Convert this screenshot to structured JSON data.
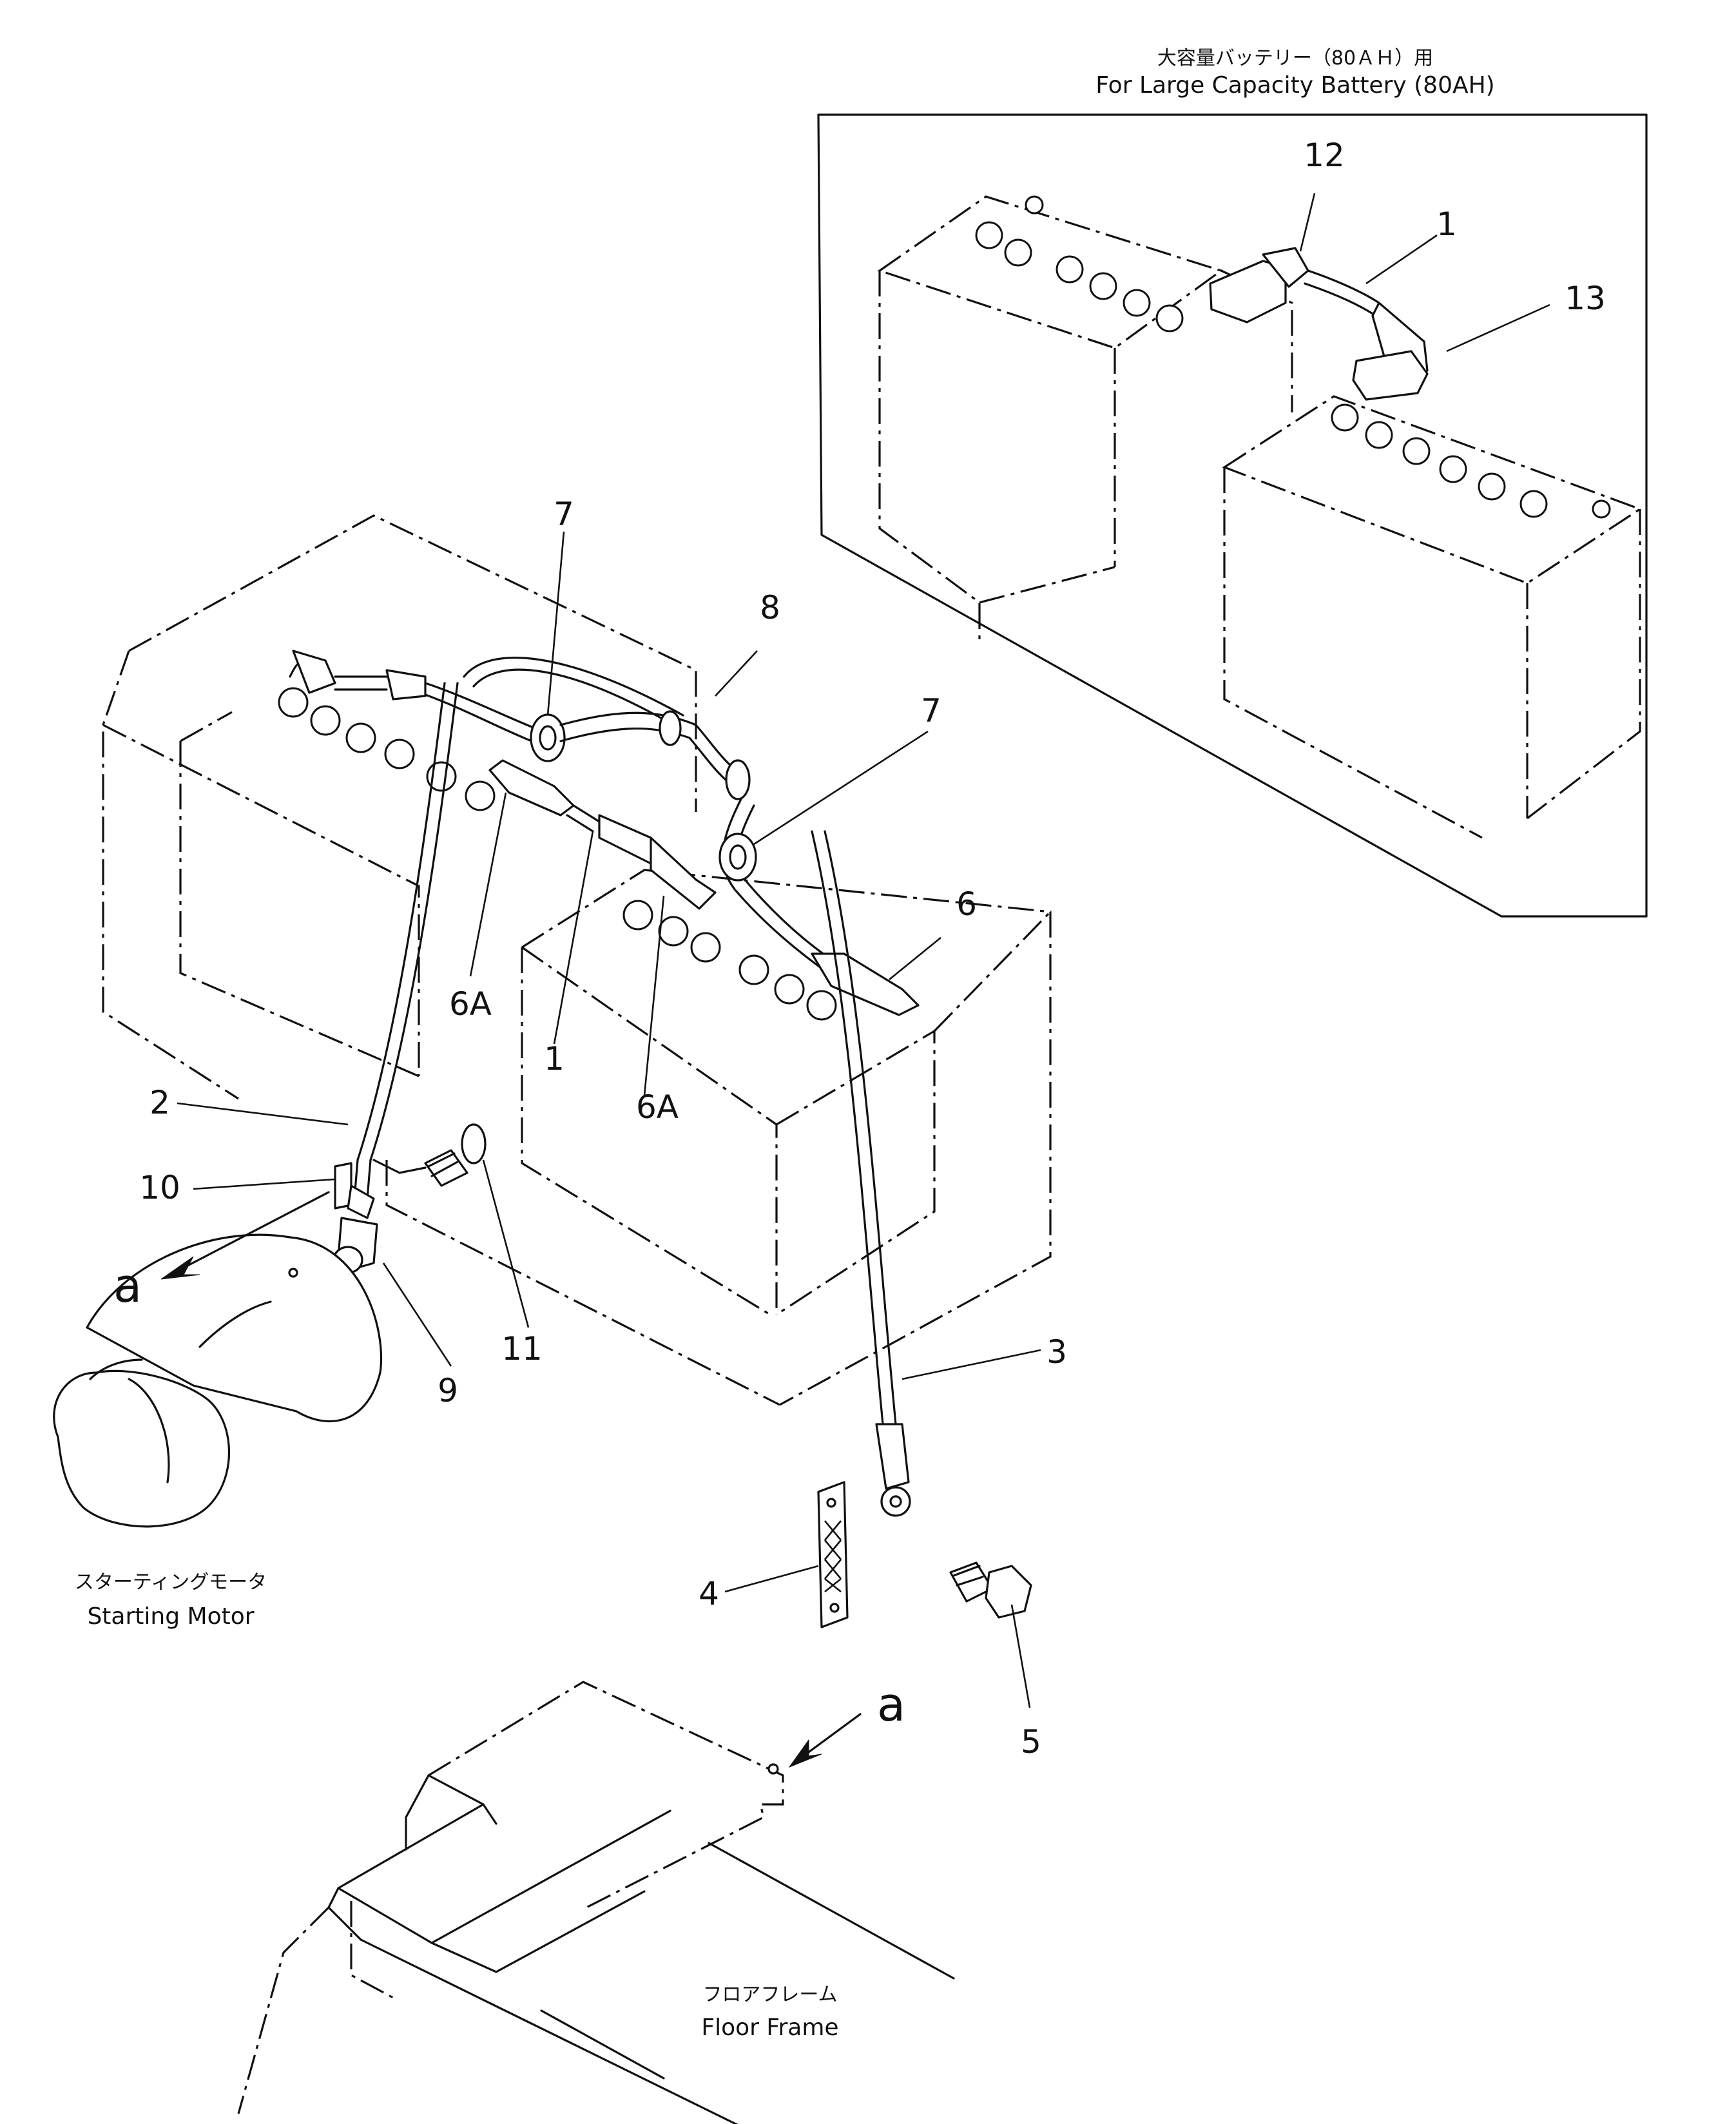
{
  "inset": {
    "caption_jp": "大容量バッテリー（80ＡＨ）用",
    "caption_en": "For Large Capacity Battery (80AH)"
  },
  "callouts": {
    "c1_top": "1",
    "c12": "12",
    "c13": "13",
    "c7_upper": "7",
    "c8": "8",
    "c7_right": "7",
    "c6": "6",
    "c6a_left": "6A",
    "c1_main": "1",
    "c6a_center": "6A",
    "c2": "2",
    "c10": "10",
    "c11": "11",
    "c9": "9",
    "c3": "3",
    "c4": "4",
    "c5": "5"
  },
  "view_markers": {
    "a_left": "a",
    "a_right": "a"
  },
  "labels": {
    "starting_motor_jp": "スターティングモータ",
    "starting_motor_en": "Starting Motor",
    "floor_frame_jp": "フロアフレーム",
    "floor_frame_en": "Floor Frame"
  }
}
